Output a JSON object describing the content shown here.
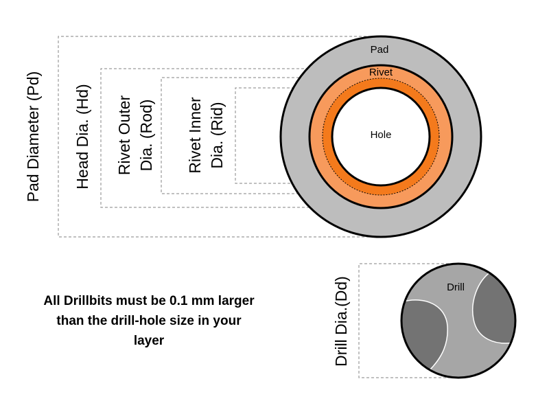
{
  "labels": {
    "pad_diameter": "Pad Diameter (Pd)",
    "head_dia": "Head Dia. (Hd)",
    "rivet_outer_line1": "Rivet Outer",
    "rivet_outer_line2": "Dia. (Rod)",
    "rivet_inner_line1": "Rivet Inner",
    "rivet_inner_line2": "Dia. (Rid)",
    "drill_dia": "Drill Dia.(Dd)"
  },
  "circle_labels": {
    "pad": "Pad",
    "rivet": "Rivet",
    "hole": "Hole",
    "drill": "Drill"
  },
  "note": "All Drillbits must be 0.1 mm larger than the drill-hole size in your layer",
  "colors": {
    "pad_fill": "#bdbdbd",
    "head_fill": "#f79a5c",
    "rivet_fill": "#f47a1c",
    "hole_fill": "#ffffff",
    "drill_light": "#a6a6a6",
    "drill_dark": "#737373",
    "dash_stroke": "#9a9a9a"
  }
}
